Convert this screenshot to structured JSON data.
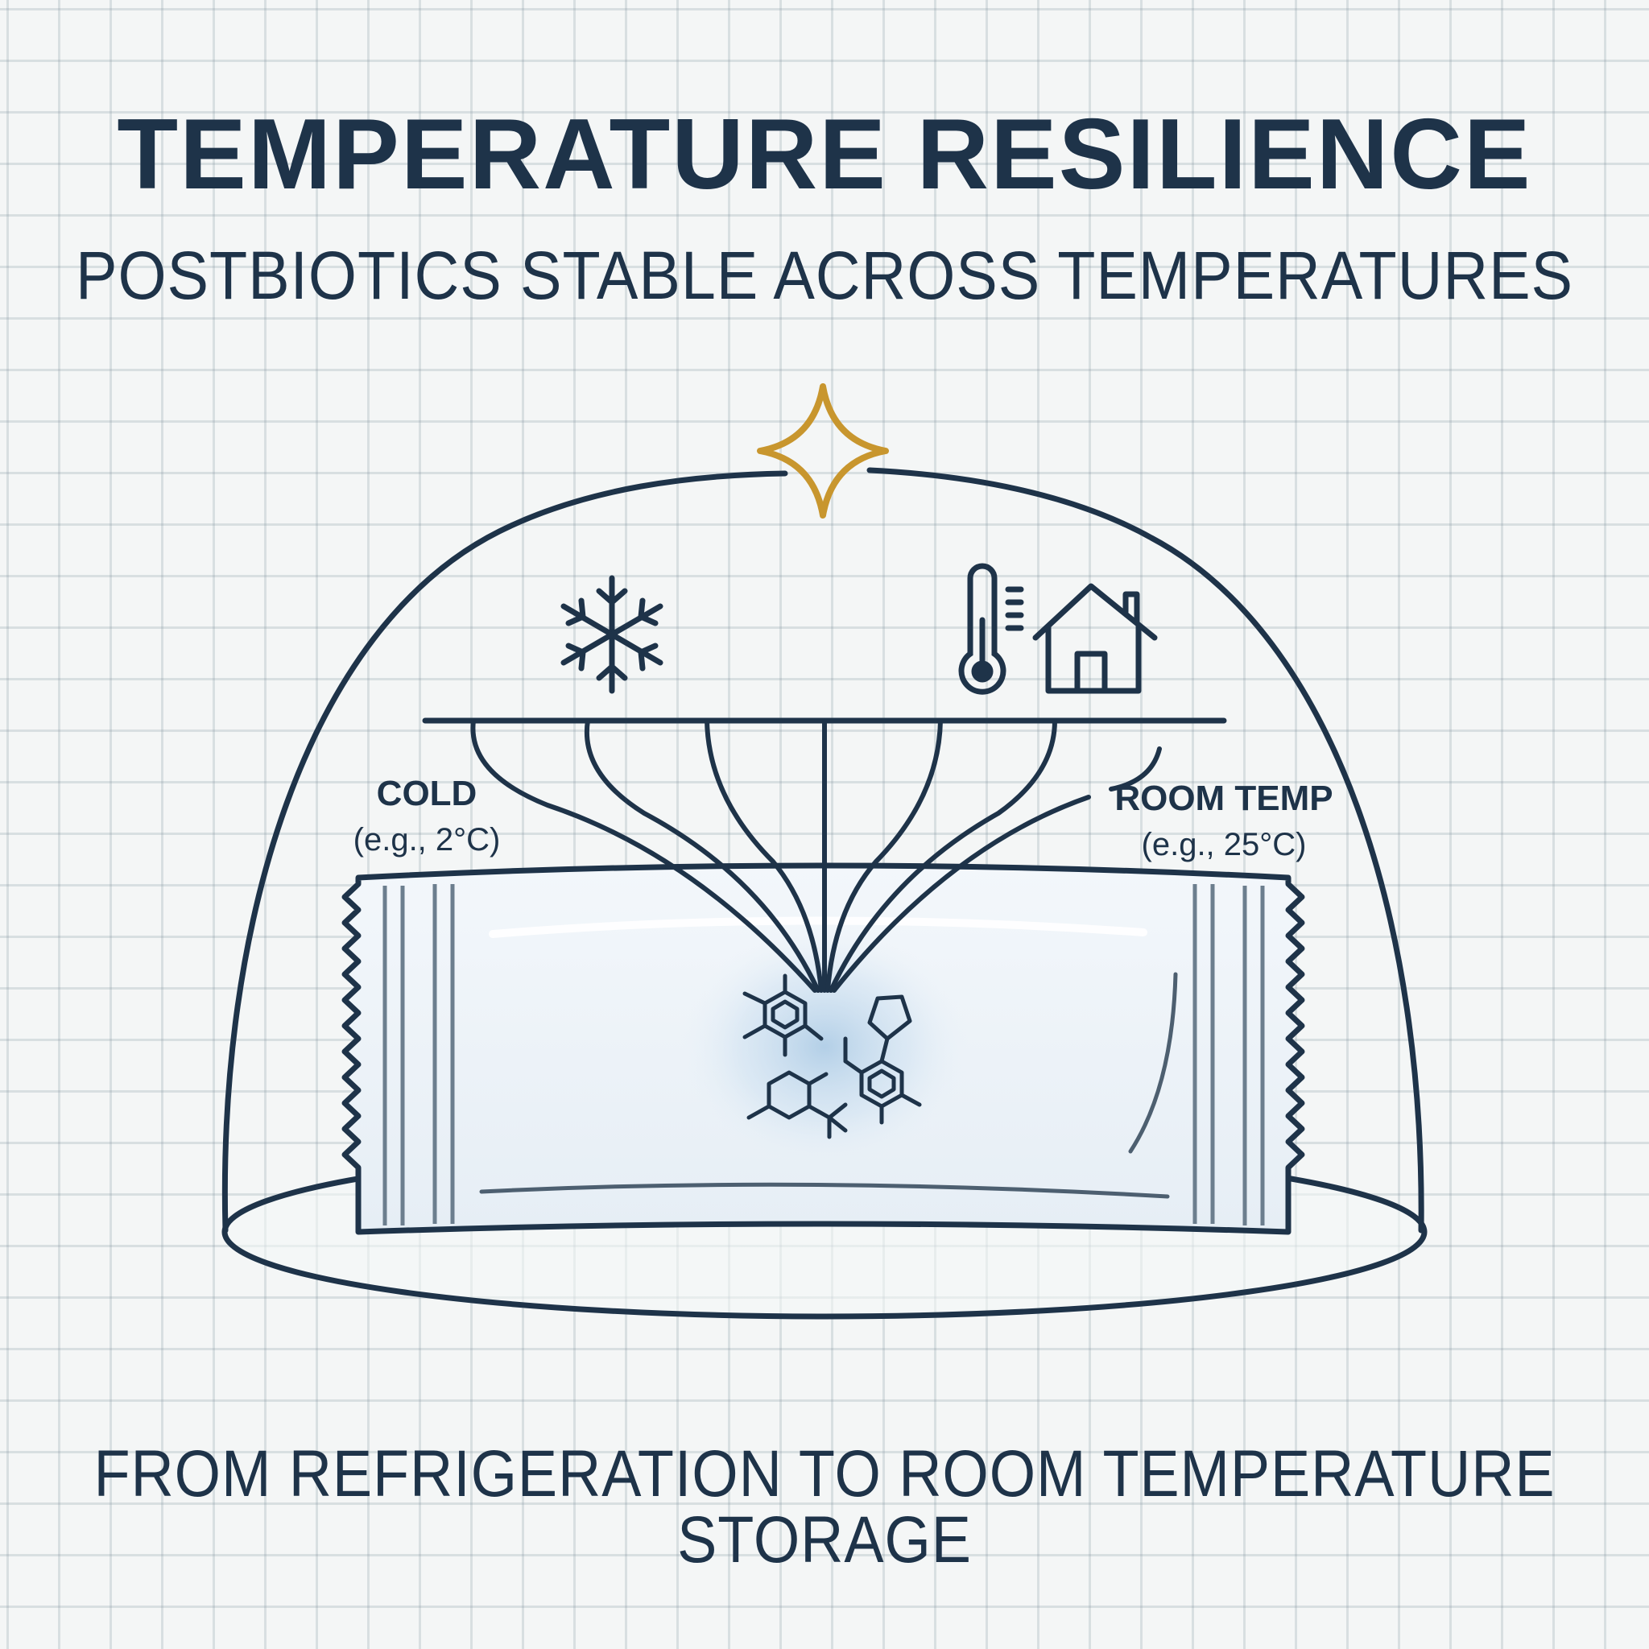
{
  "header": {
    "title": "TEMPERATURE RESILIENCE",
    "subtitle": "POSTBIOTICS STABLE ACROSS TEMPERATURES"
  },
  "labels": {
    "cold_title": "COLD",
    "cold_example": "(e.g., 2°C)",
    "room_title": "ROOM TEMP",
    "room_example": "(e.g., 25°C)"
  },
  "footer": {
    "caption": "FROM REFRIGERATION TO ROOM TEMPERATURE STORAGE"
  },
  "icons": {
    "cold": "snowflake-icon",
    "room": "thermometer-icon",
    "home": "house-icon",
    "sparkle": "sparkle-icon",
    "molecules": "molecule-icon"
  },
  "colors": {
    "ink": "#1e3349",
    "accent_gold": "#c8962e",
    "glow": "#bcd6ea"
  }
}
